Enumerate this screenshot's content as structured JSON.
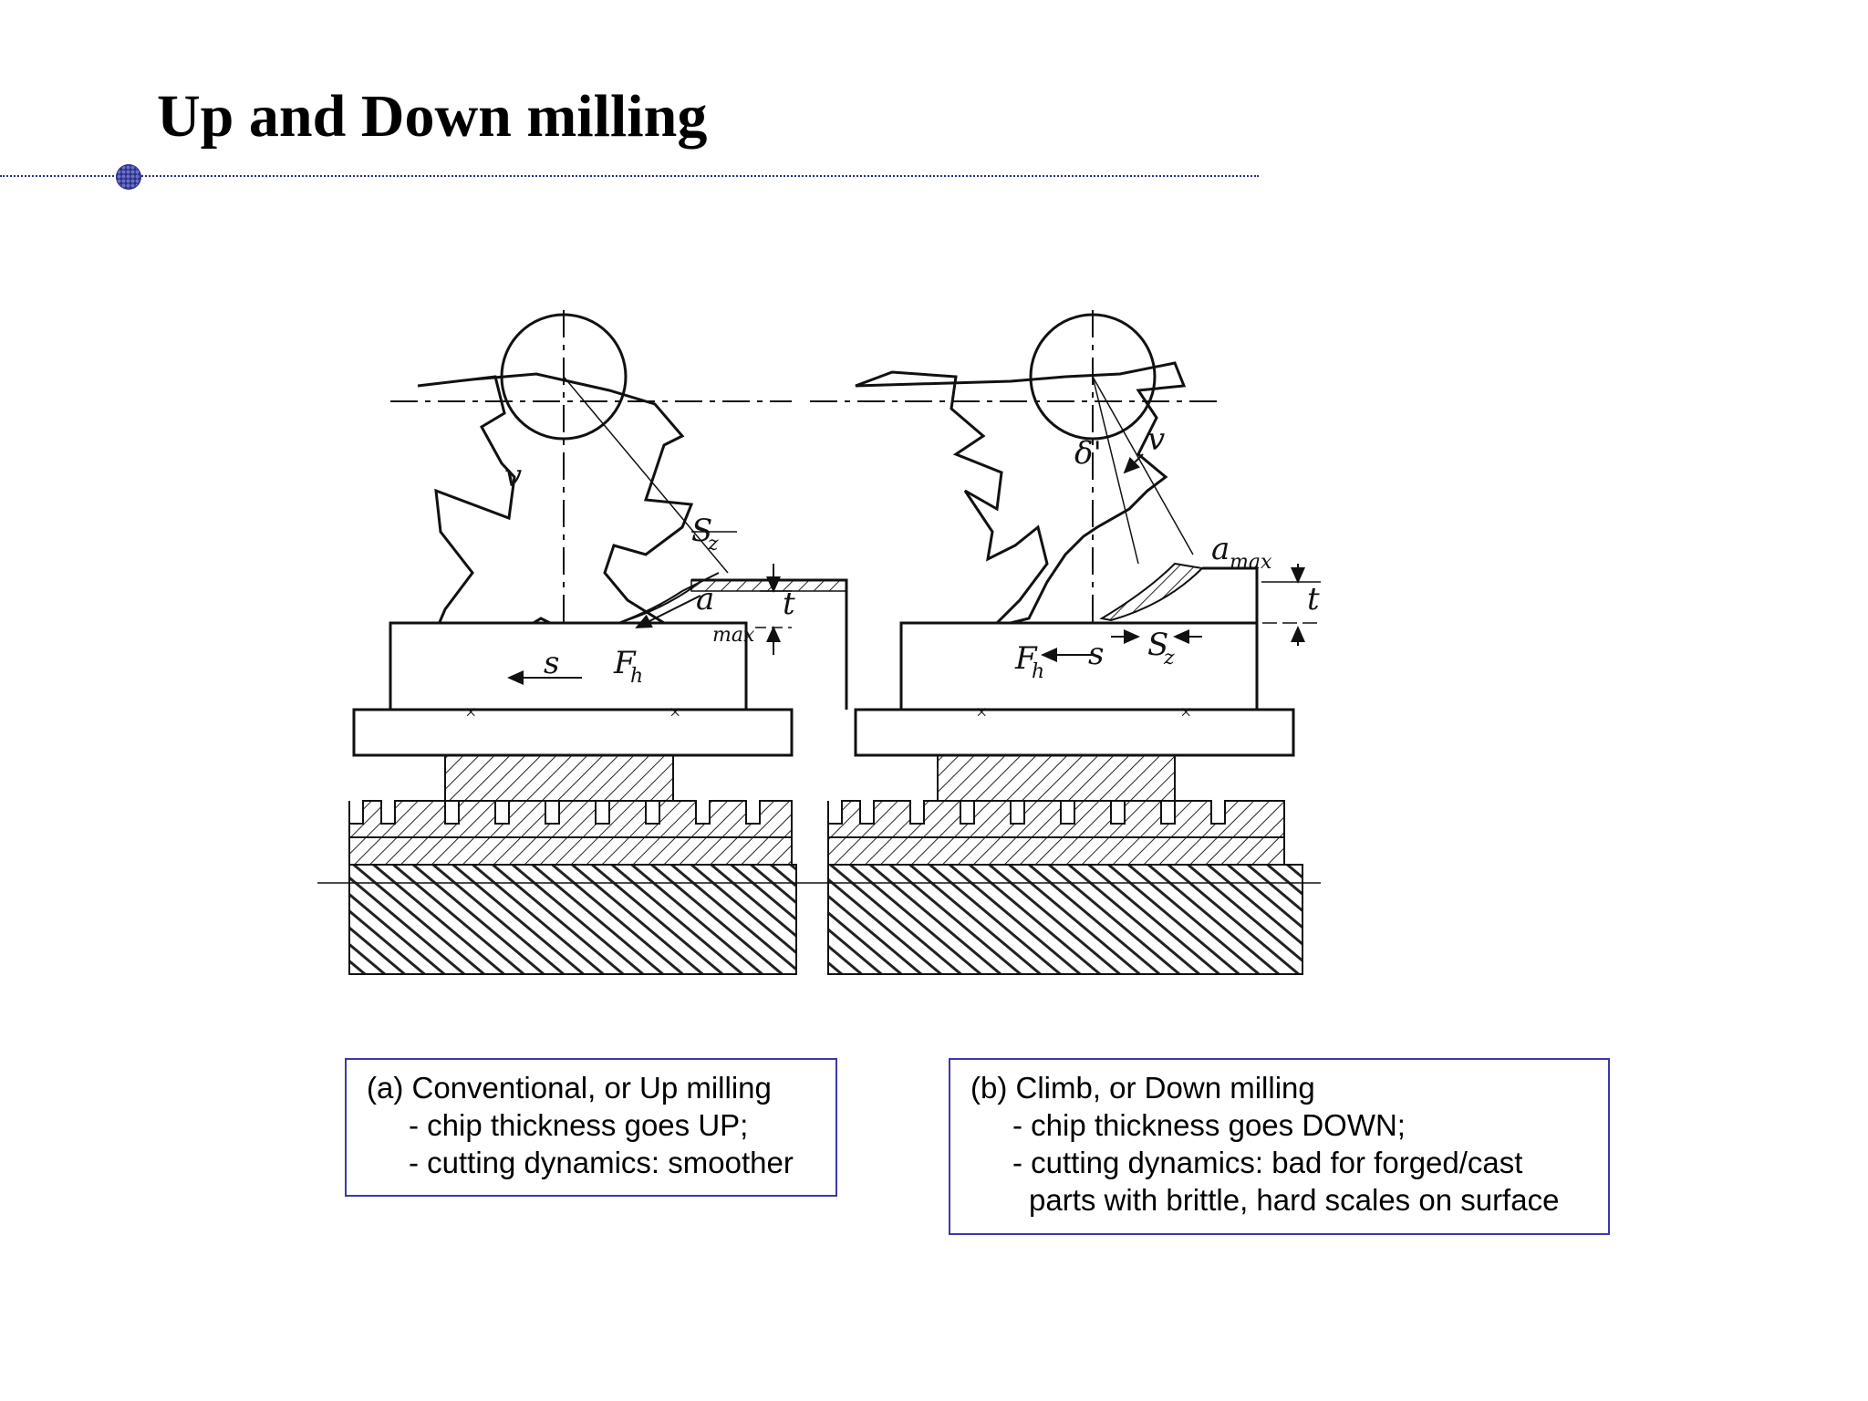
{
  "slide": {
    "title": "Up and Down milling"
  },
  "figure": {
    "left_labels": {
      "v": "v",
      "sz": "S",
      "sz_sub": "z",
      "t": "t",
      "s": "s",
      "fh": "F",
      "fh_sub": "h",
      "amax": "a",
      "amax_sub": "max"
    },
    "right_labels": {
      "delta": "δ'",
      "v": "v",
      "amax": "a",
      "amax_sub": "max",
      "t": "t",
      "fh": "F",
      "fh_sub": "h",
      "s": "s",
      "sz": "S",
      "sz_sub": "z"
    }
  },
  "captions": {
    "a": {
      "heading": "(a) Conventional, or Up milling",
      "lines": [
        "- chip thickness goes UP;",
        "- cutting dynamics: smoother"
      ]
    },
    "b": {
      "heading": "(b) Climb, or Down milling",
      "lines": [
        "- chip thickness goes DOWN;",
        "- cutting dynamics: bad for forged/cast",
        "parts with brittle, hard scales on surface"
      ]
    }
  },
  "colors": {
    "title": "#000000",
    "accent": "#2a2f8a",
    "caption_border": "#3a3aa8"
  }
}
